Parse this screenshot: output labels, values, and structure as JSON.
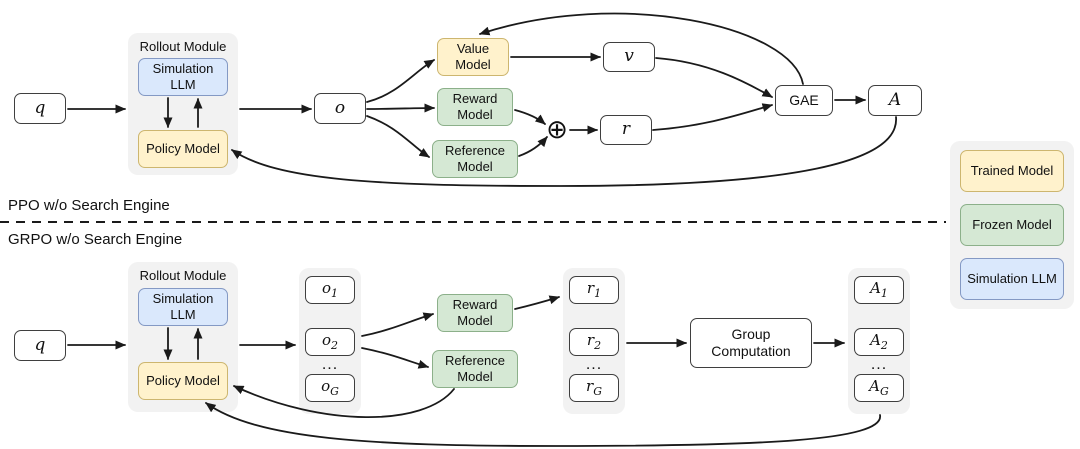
{
  "sections": {
    "ppo_label": "PPO w/o Search Engine",
    "grpo_label": "GRPO w/o Search Engine"
  },
  "ppo": {
    "q": "q",
    "rollout_title": "Rollout Module",
    "simulation_llm": "Simulation LLM",
    "policy_model": "Policy Model",
    "o": "o",
    "value_model": "Value Model",
    "reward_model": "Reward Model",
    "reference_model": "Reference Model",
    "plus_icon": "⊕",
    "v": "v",
    "r": "r",
    "gae": "GAE",
    "a": "A"
  },
  "grpo": {
    "q": "q",
    "rollout_title": "Rollout Module",
    "simulation_llm": "Simulation LLM",
    "policy_model": "Policy Model",
    "reward_model": "Reward Model",
    "reference_model": "Reference Model",
    "group_computation": "Group Computation",
    "outputs": [
      {
        "base": "o",
        "sub": "1"
      },
      {
        "base": "o",
        "sub": "2"
      },
      {
        "base": "...",
        "sub": ""
      },
      {
        "base": "o",
        "sub": "G"
      }
    ],
    "rewards": [
      {
        "base": "r",
        "sub": "1"
      },
      {
        "base": "r",
        "sub": "2"
      },
      {
        "base": "...",
        "sub": ""
      },
      {
        "base": "r",
        "sub": "G"
      }
    ],
    "advantages": [
      {
        "base": "A",
        "sub": "1"
      },
      {
        "base": "A",
        "sub": "2"
      },
      {
        "base": "...",
        "sub": ""
      },
      {
        "base": "A",
        "sub": "G"
      }
    ]
  },
  "legend": {
    "items": [
      {
        "label": "Trained Model"
      },
      {
        "label": "Frozen Model"
      },
      {
        "label": "Simulation LLM"
      }
    ]
  },
  "colors": {
    "trained_fill": "#FFF2CC",
    "trained_border": "#CDB66F",
    "frozen_fill": "#D5E8D4",
    "frozen_border": "#8CB08A",
    "simulation_fill": "#DAE8FC",
    "simulation_border": "#8499C4",
    "panel_fill": "#F2F2F2",
    "box_border": "#3F3F3F",
    "arrow": "#1A1A1A"
  }
}
